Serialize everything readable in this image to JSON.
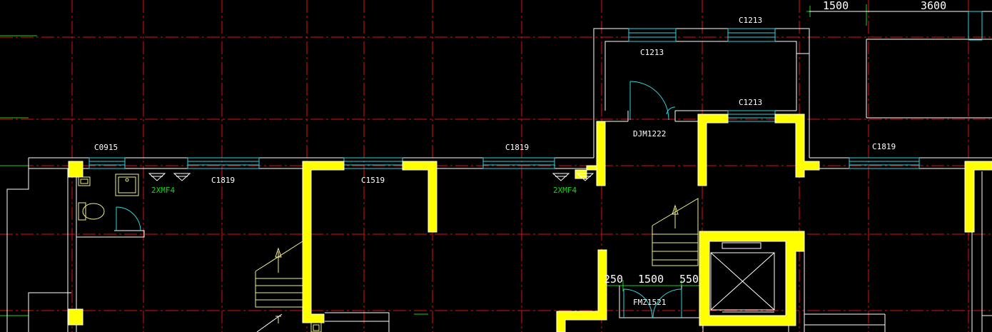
{
  "labels": {
    "c1213_top": "C1213",
    "c1213_mid": "C1213",
    "c1213_low": "C1213",
    "c0915": "C0915",
    "c1819_a": "C1819",
    "c1819_b": "C1819",
    "c1819_c": "C1819",
    "c1519": "C1519",
    "djm1222": "DJM1222",
    "fm1521": "FMZ1521",
    "xmf_left": "2XMF4",
    "xmf_right": "2XMF4"
  },
  "dimensions": {
    "top_a": "1500",
    "top_b": "3600",
    "bottom_a": "250",
    "bottom_b": "1500",
    "bottom_c": "550"
  },
  "colors": {
    "background": "#000000",
    "axis": "#e01010",
    "wall": "#ffffff",
    "column": "#ffff00",
    "window": "#27d7e0",
    "stair": "#f0f08a",
    "annotation": "#19d419"
  }
}
